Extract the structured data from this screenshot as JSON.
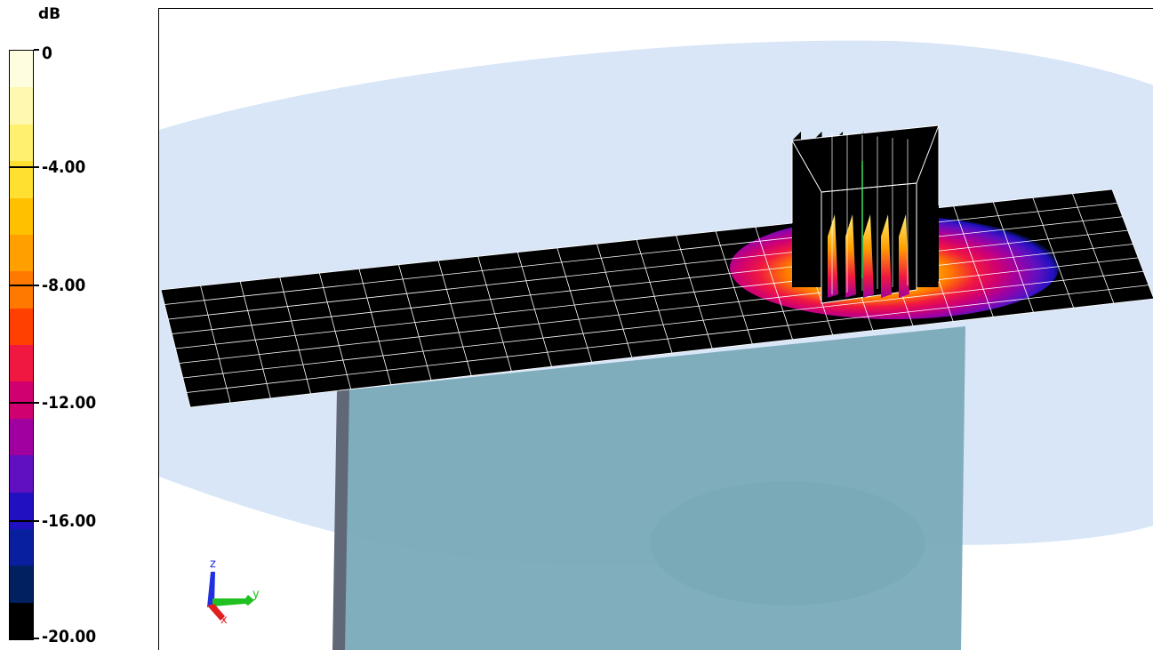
{
  "legend": {
    "unit": "dB",
    "ticks": [
      {
        "label": "0",
        "value": 0
      },
      {
        "label": "-4.00",
        "value": -4
      },
      {
        "label": "-8.00",
        "value": -8
      },
      {
        "label": "-12.00",
        "value": -12
      },
      {
        "label": "-16.00",
        "value": -16
      },
      {
        "label": "-20.00",
        "value": -20
      }
    ],
    "range": [
      -20,
      0
    ],
    "steps": 15,
    "colors": [
      "#fffde0",
      "#fff8b0",
      "#fff070",
      "#ffe030",
      "#ffc000",
      "#ffa000",
      "#ff7800",
      "#ff4000",
      "#f01840",
      "#d00070",
      "#a000a0",
      "#6010c0",
      "#2010c0",
      "#0820a0",
      "#002060",
      "#000000"
    ]
  },
  "axes": {
    "x_label": "x",
    "y_label": "y",
    "z_label": "z",
    "x_color": "#e02020",
    "y_color": "#20c020",
    "z_color": "#2030e0"
  },
  "scene": {
    "background_disc_color": "#d8e6f8",
    "support_color": "#7aaab8",
    "post_color": "#606878",
    "plane_color": "#000000",
    "grid_color": "#ffffff",
    "heatsink_color": "#000000"
  }
}
